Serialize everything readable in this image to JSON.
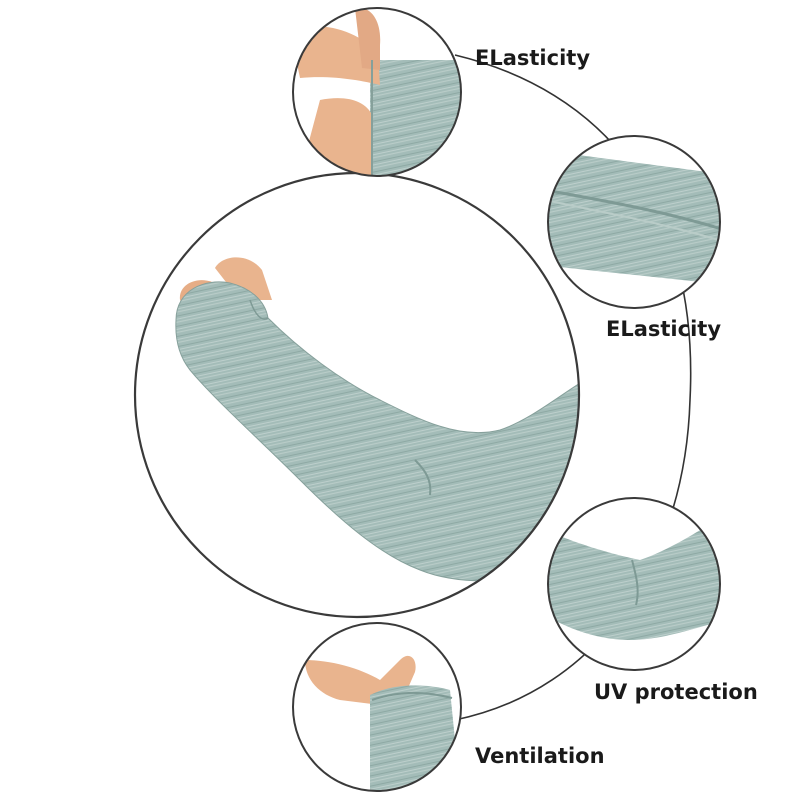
{
  "features": [
    {
      "label": "ELasticity",
      "image": "fabric-stretch-pinch-detail"
    },
    {
      "label": "ELasticity",
      "image": "sleeve-cuff-seam-detail"
    },
    {
      "label": "UV protection",
      "image": "sleeve-elbow-detail"
    },
    {
      "label": "Ventilation",
      "image": "hand-wearing-thumb-sleeve"
    }
  ],
  "main_image": "arm-wearing-cooling-sleeve",
  "colors": {
    "fabric": "#9fb8b4",
    "fabric_dark": "#7e9a95",
    "skin": "#e9b48e",
    "circle_border": "#3a3a3a",
    "connector_line": "#333333"
  }
}
